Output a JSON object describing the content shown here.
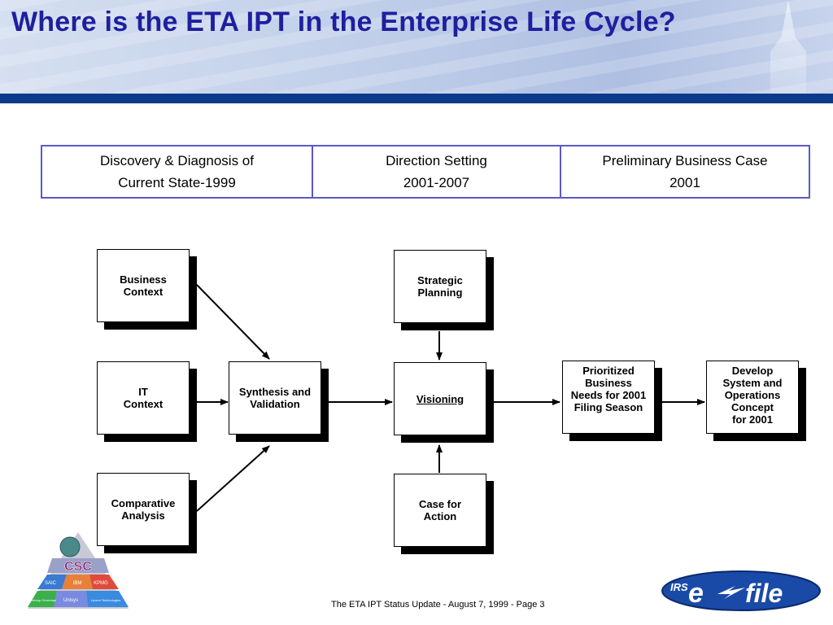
{
  "header": {
    "title": "Where is the ETA IPT in the Enterprise Life Cycle?"
  },
  "phases": [
    {
      "line1": "Discovery & Diagnosis of",
      "line2": "Current State-1999"
    },
    {
      "line1": "Direction Setting",
      "line2": "2001-2007"
    },
    {
      "line1": "Preliminary Business Case",
      "line2": "2001"
    }
  ],
  "diagram": {
    "business_context": [
      "Business",
      "Context"
    ],
    "it_context": [
      "IT",
      "Context"
    ],
    "comparative_analysis": [
      "Comparative",
      "Analysis"
    ],
    "synthesis_validation": [
      "Synthesis and",
      "Validation"
    ],
    "strategic_planning": [
      "Strategic",
      "Planning"
    ],
    "visioning": "Visioning",
    "case_for_action": [
      "Case for",
      "Action"
    ],
    "prioritized_needs": [
      "Prioritized",
      "Business",
      "Needs for 2001",
      "Filing Season"
    ],
    "develop_system": [
      "Develop",
      "System and",
      "Operations",
      "Concept",
      "for 2001"
    ]
  },
  "logos": {
    "csc": {
      "main": "CSC",
      "cells": [
        "SAIC",
        "IBM",
        "KPMG",
        "Northrop Grumman",
        "Unisys",
        "Lucent Technologies"
      ]
    },
    "efile": {
      "irs": "IRS",
      "e": "e",
      "file": "file"
    }
  },
  "footer": {
    "text": "The ETA IPT Status Update - August 7, 1999 -  Page 3"
  },
  "colors": {
    "title": "#1f1f9e",
    "rule": "#0b3a8a",
    "table_border": "#5a5ac8"
  }
}
